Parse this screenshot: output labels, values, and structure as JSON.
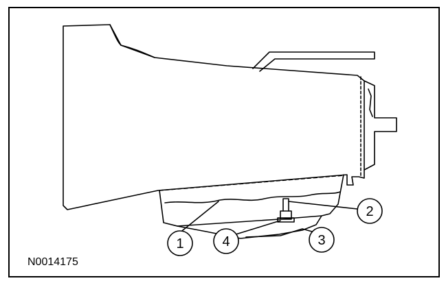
{
  "figure": {
    "id": "N0014175",
    "callouts": [
      "1",
      "2",
      "3",
      "4"
    ]
  },
  "colors": {
    "line": "#000000",
    "background": "#ffffff"
  }
}
